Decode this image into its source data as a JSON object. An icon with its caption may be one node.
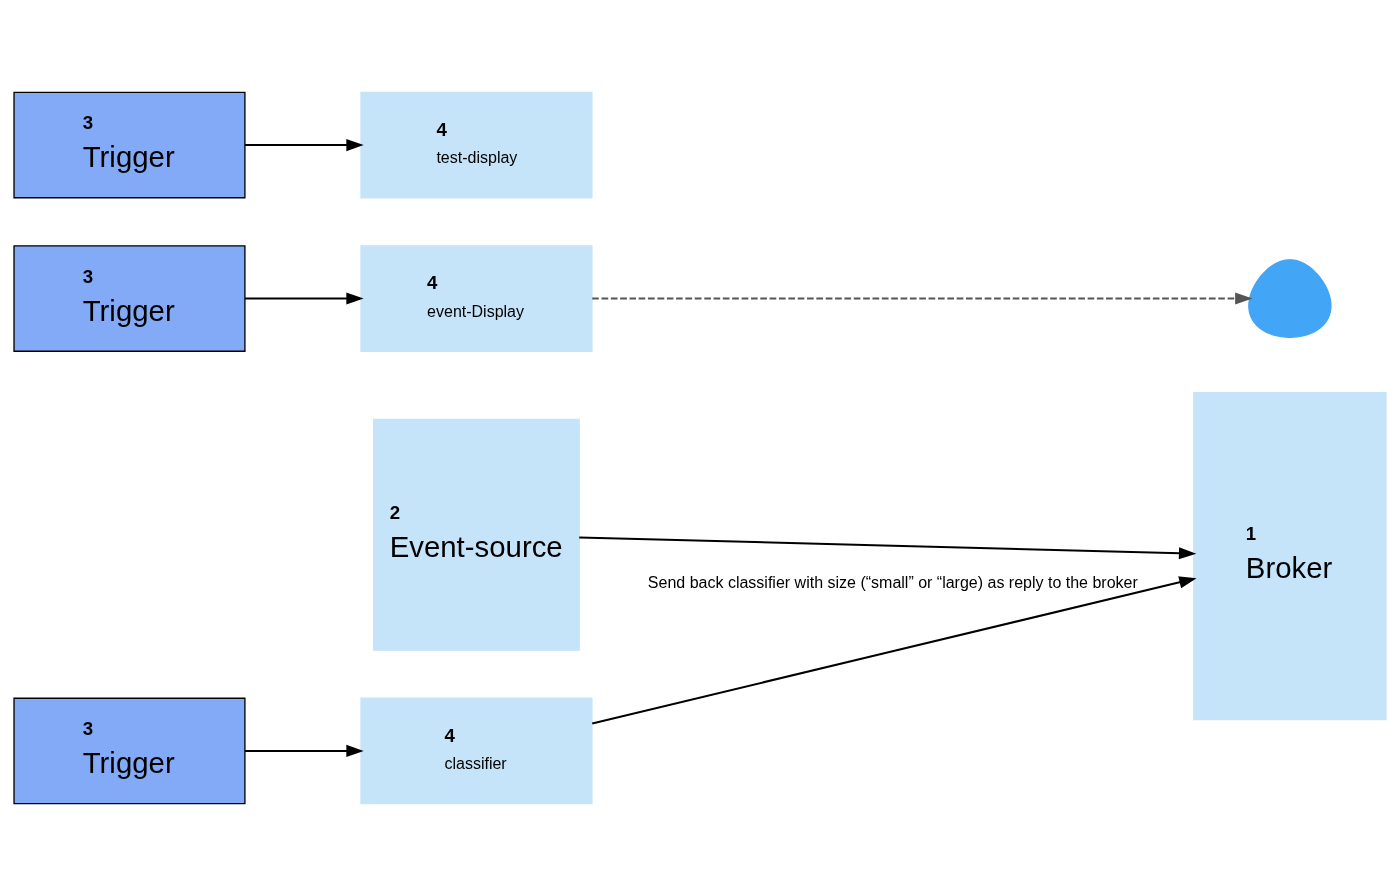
{
  "diagram": {
    "nodes": [
      {
        "text": [
          "2",
          "Event-source"
        ]
      },
      {
        "text": [
          "1",
          "Broker"
        ]
      },
      {
        "text": [
          "3",
          "Trigger"
        ]
      },
      {
        "text": [
          "3",
          "Trigger"
        ]
      },
      {
        "text": [
          "3",
          "Trigger"
        ]
      },
      {
        "text": [
          "4",
          "event-Display"
        ]
      },
      {
        "text": [
          "4",
          "test-display"
        ]
      },
      {
        "text": [
          "4",
          "classifier"
        ]
      },
      {
        "text": [],
        "shape": "person"
      }
    ],
    "edges": [
      {
        "from": 0,
        "to": 1,
        "arrow": "to"
      },
      {
        "from": 2,
        "to": 5,
        "arrow": "to"
      },
      {
        "from": 3,
        "to": 6,
        "arrow": "to"
      },
      {
        "from": 4,
        "to": 7,
        "arrow": "to"
      },
      {
        "from": 5,
        "to": 8,
        "arrow": "to",
        "style": "dashed",
        "color": "#555555"
      },
      {
        "from": 7,
        "to": 1,
        "arrow": "to",
        "label": "Send back classifier with size (“small” or “large) as reply to the broker"
      }
    ]
  }
}
